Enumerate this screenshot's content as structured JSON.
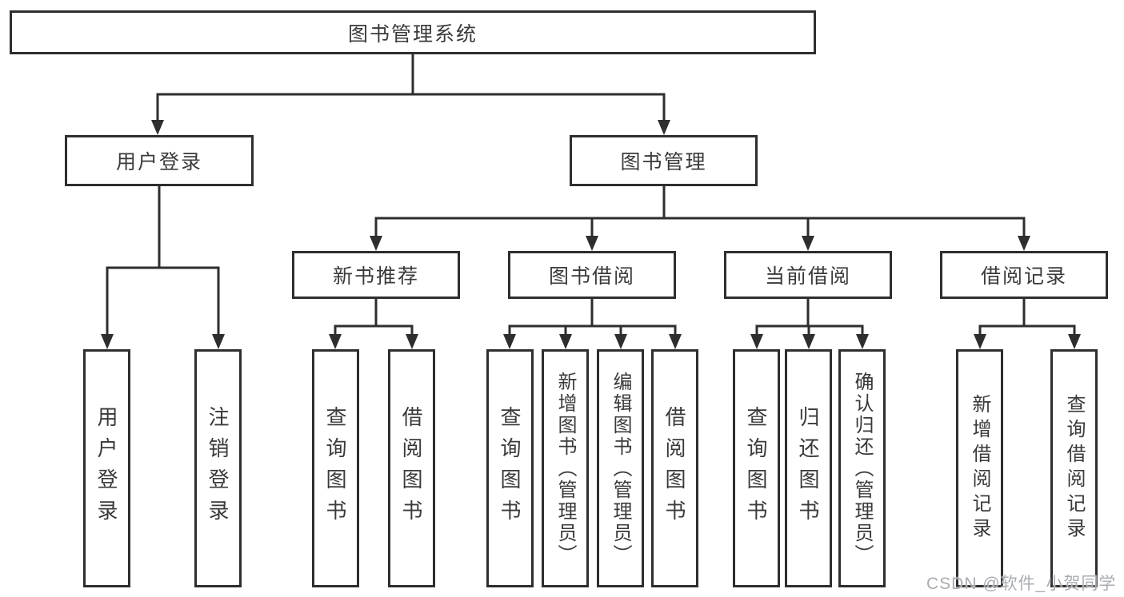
{
  "diagram": {
    "root": "图书管理系统",
    "level2": {
      "userLogin": "用户登录",
      "bookMgmt": "图书管理"
    },
    "level3": {
      "newBookRec": "新书推荐",
      "bookBorrow": "图书借阅",
      "currentBorrow": "当前借阅",
      "borrowRecord": "借阅记录"
    },
    "leaves": {
      "userLogin": "用户登录",
      "logout": "注销登录",
      "recQueryBook": "查询图书",
      "recBorrowBook": "借阅图书",
      "bbQueryBook": "查询图书",
      "bbAddBookAdmin": "新增图书（管理员）",
      "bbEditBookAdmin": "编辑图书（管理员）",
      "bbBorrowBook": "借阅图书",
      "cbQueryBook": "查询图书",
      "cbReturnBook": "归还图书",
      "cbConfirmReturnAdmin": "确认归还（管理员）",
      "brAddRecord": "新增借阅记录",
      "brQueryRecord": "查询借阅记录"
    },
    "watermark": "CSDN @软件_小贺同学",
    "colors": {
      "line": "#2e2e2e",
      "text": "#3a3a3a",
      "watermark": "#a9acb1",
      "background": "#ffffff"
    }
  }
}
